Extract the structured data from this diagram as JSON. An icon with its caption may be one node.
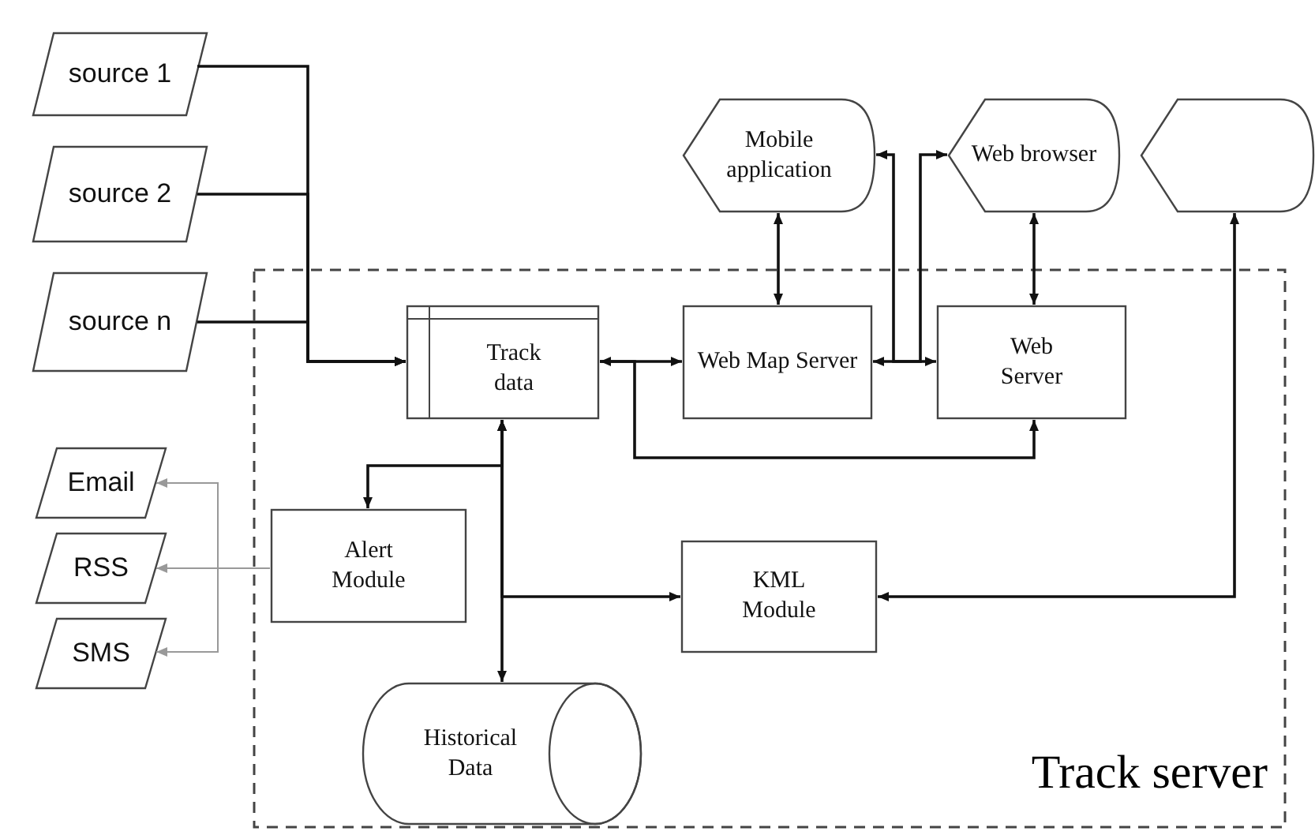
{
  "diagram": {
    "nodes": [
      {
        "text": [
          "source 1"
        ]
      },
      {
        "text": [
          "source 2"
        ]
      },
      {
        "text": [
          "source n"
        ]
      },
      {
        "text": [
          "Track server"
        ]
      },
      {
        "text": [
          "Track data"
        ],
        "in": 3
      },
      {
        "text": [
          "Web Map Server"
        ],
        "in": 3
      },
      {
        "text": [
          "Web Server"
        ],
        "in": 3
      },
      {
        "text": [
          "Mobile application"
        ]
      },
      {
        "text": [
          "Web browser"
        ]
      },
      {
        "text": [],
        "shape": "display"
      },
      {
        "text": [
          "Email"
        ]
      },
      {
        "text": [
          "RSS"
        ]
      },
      {
        "text": [
          "SMS"
        ]
      },
      {
        "text": [
          "Alert Module"
        ],
        "in": 3
      },
      {
        "text": [
          "KML Module"
        ],
        "in": 3
      },
      {
        "text": [
          "Historical Data"
        ],
        "in": 3
      }
    ],
    "edges": [
      {
        "from": 0,
        "to": 4,
        "arrow": "to"
      },
      {
        "from": 1,
        "to": 4,
        "arrow": "to"
      },
      {
        "from": 2,
        "to": 4,
        "arrow": "to"
      },
      {
        "from": 4,
        "to": 5,
        "arrow": "both"
      },
      {
        "from": 4,
        "to": 6,
        "arrow": "to"
      },
      {
        "from": 5,
        "to": 7,
        "arrow": "both"
      },
      {
        "from": 6,
        "to": 8,
        "arrow": "both"
      },
      {
        "from": 5,
        "to": 8,
        "arrow": "both"
      },
      {
        "from": 6,
        "to": 7,
        "arrow": "both"
      },
      {
        "from": 4,
        "to": 13,
        "arrow": "both"
      },
      {
        "from": 4,
        "to": 14,
        "arrow": "both"
      },
      {
        "from": 4,
        "to": 15,
        "arrow": "both"
      },
      {
        "from": 9,
        "to": 14,
        "arrow": "both"
      },
      {
        "from": 13,
        "to": 10,
        "arrow": "to",
        "color": "#999999"
      },
      {
        "from": 13,
        "to": 11,
        "arrow": "to",
        "color": "#999999"
      },
      {
        "from": 13,
        "to": 12,
        "arrow": "to",
        "color": "#999999"
      }
    ]
  }
}
